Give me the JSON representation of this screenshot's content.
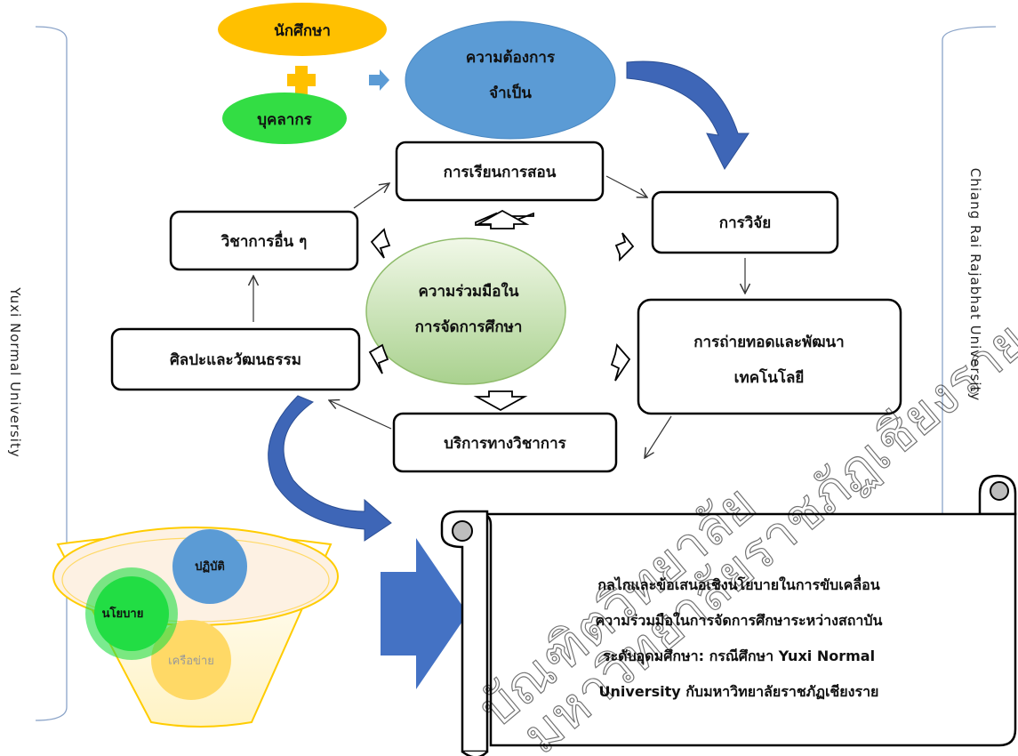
{
  "side_labels": {
    "left": "Yuxi Normal University",
    "right": "Chiang Rai Rajabhat University"
  },
  "inputs": {
    "students": "นักศึกษา",
    "personnel": "บุคลากร",
    "needs_line1": "ความต้องการ",
    "needs_line2": "จำเป็น"
  },
  "center": {
    "line1": "ความร่วมมือใน",
    "line2": "การจัดการศึกษา"
  },
  "nodes": {
    "teaching": "การเรียนการสอน",
    "research": "การวิจัย",
    "tech_line1": "การถ่ายทอดและพัฒนา",
    "tech_line2": "เทคโนโลยี",
    "service": "บริการทางวิชาการ",
    "culture": "ศิลปะและวัฒนธรรม",
    "other": "วิชาการอื่น ๆ"
  },
  "funnel": {
    "policy": "นโยบาย",
    "practice": "ปฏิบัติ",
    "network": "เครือข่าย"
  },
  "result": {
    "line1": "กลไกและข้อเสนอเชิงนโยบายในการขับเคลื่อน",
    "line2": "ความร่วมมือในการจัดการศึกษาระหว่างสถาบัน",
    "line3": "ระดับอุดมศึกษา: กรณีศึกษา Yuxi Normal",
    "line4": "University กับมหาวิทยาลัยราชภัฏเชียงราย"
  },
  "watermark": {
    "line1": "บัณฑิตวิทยาลัย",
    "line2": "มหาวิทยาลัยราชภัฏเชียงราย"
  },
  "colors": {
    "students": "#ffc000",
    "personnel": "#33dd44",
    "needs": "#5b9bd5",
    "plus": "#ffc000",
    "small_arrow": "#5b9bd5",
    "center_fill_top": "#f1f8e8",
    "center_fill_bottom": "#a9d18e",
    "center_stroke": "#8fbc6b",
    "curve_arrow": "#3e66b7",
    "policy": "#22dd44",
    "practice": "#5b9bd5",
    "network": "#ffd966",
    "funnel": "#ffcc00"
  }
}
